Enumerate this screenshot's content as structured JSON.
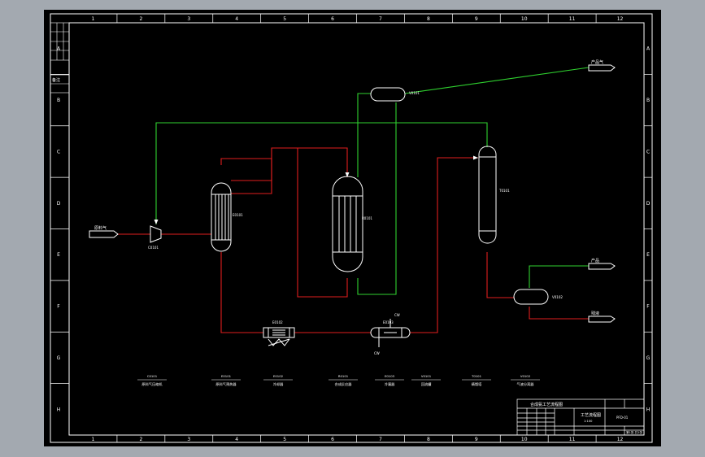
{
  "colors": {
    "background_window": "#a3a9b0",
    "sheet": "#000000",
    "border": "#ffffff",
    "red_line": "#e01e1e",
    "green_line": "#2fd12f",
    "equipment": "#ffffff"
  },
  "frame": {
    "columns": [
      "1",
      "2",
      "3",
      "4",
      "5",
      "6",
      "7",
      "8",
      "9",
      "10",
      "11",
      "12"
    ],
    "rows": [
      "A",
      "B",
      "C",
      "D",
      "E",
      "F",
      "G",
      "H"
    ]
  },
  "streams": {
    "feed_in": "原料气",
    "product_top": "产品气",
    "product_mid": "产品",
    "product_bottom": "残液"
  },
  "equipment_tags": {
    "compressor": "C0101",
    "heat_exchanger": "E0101",
    "reactor": "R0101",
    "cooler": "E0102",
    "condenser": "E0103",
    "drum_top": "V0101",
    "column": "T0101",
    "separator": "V0102"
  },
  "equipment_list": [
    {
      "tag": "C0101",
      "name": "原料气压缩机"
    },
    {
      "tag": "E0101",
      "name": "原料气预热器"
    },
    {
      "tag": "E0102",
      "name": "冷却器"
    },
    {
      "tag": "R0101",
      "name": "合成反应器"
    },
    {
      "tag": "E0103",
      "name": "冷凝器"
    },
    {
      "tag": "V0101",
      "name": "回流罐"
    },
    {
      "tag": "T0101",
      "name": "精馏塔"
    },
    {
      "tag": "V0102",
      "name": "气液分离器"
    }
  ],
  "utilities": {
    "cw_in": "CW",
    "cw_out": "CW"
  },
  "title_block": {
    "title": "合成氨工艺流程图",
    "drawing": "工艺流程图",
    "scale": "1:100",
    "sheet": "第1张 共1张",
    "code": "PFD-01"
  },
  "left_strip": {
    "note": "备注"
  }
}
